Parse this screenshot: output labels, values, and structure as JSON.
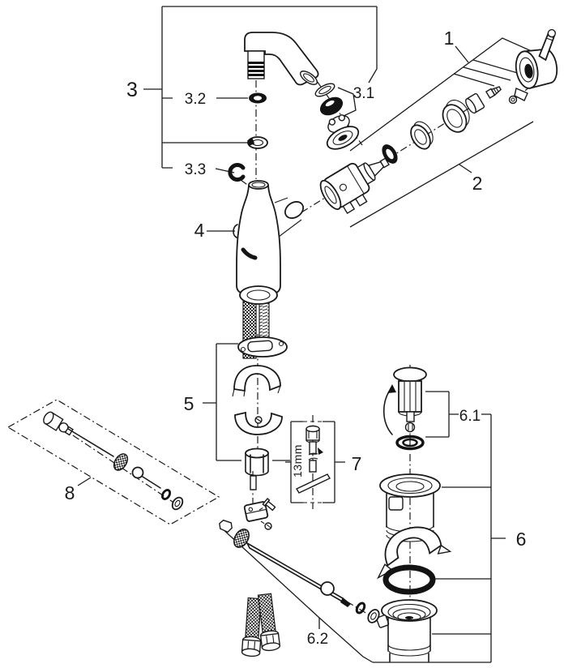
{
  "parts": [
    {
      "label": "1",
      "name": "handle-assembly"
    },
    {
      "label": "2",
      "name": "cartridge-assembly"
    },
    {
      "label": "3",
      "name": "spout-assembly"
    },
    {
      "label": "3.1",
      "name": "mousseur-aerator"
    },
    {
      "label": "3.2",
      "name": "o-ring"
    },
    {
      "label": "3.3",
      "name": "retaining-clip"
    },
    {
      "label": "4",
      "name": "mixer-body"
    },
    {
      "label": "5",
      "name": "fastening-set"
    },
    {
      "label": "6",
      "name": "pop-up-waste-set"
    },
    {
      "label": "6.1",
      "name": "waste-plug"
    },
    {
      "label": "6.2",
      "name": "rod-linkage"
    },
    {
      "label": "7",
      "name": "mounting-tool"
    },
    {
      "label": "8",
      "name": "pull-rod"
    }
  ],
  "annotations": {
    "tool_size": "13mm"
  }
}
